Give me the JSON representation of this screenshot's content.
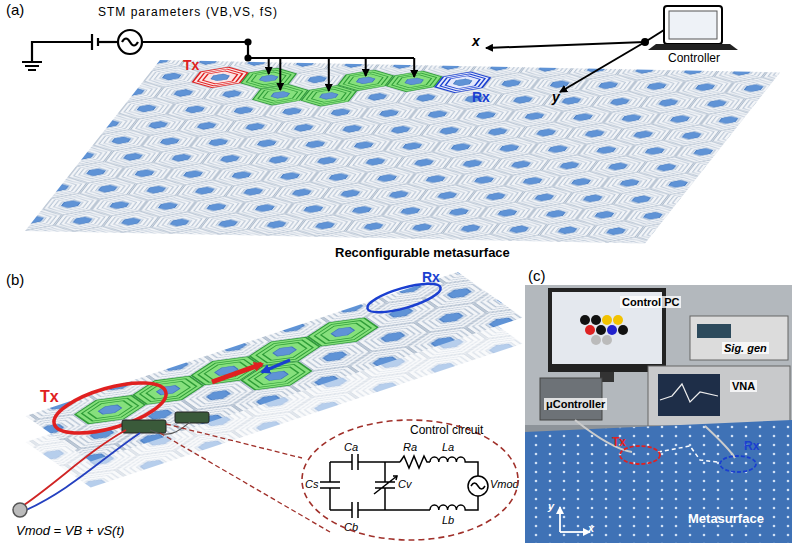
{
  "diagram": {
    "nodes": [
      {
        "text": [
          "Control circuit"
        ]
      }
    ],
    "labels": [
      "(a)",
      "STM parameters (VB,VS, fS)",
      "x",
      "Controller",
      "y",
      "Tx",
      "Rx",
      "Reconfigurable metasurface",
      "(b)",
      "Rx",
      "Tx",
      "Ca",
      "Cs",
      "Cv",
      "Ra",
      "La",
      "Vmod",
      "Cb",
      "Lb",
      "Vmod = VB + vS(t)",
      "(c)",
      "Control PC",
      "Sig. gen",
      "μController",
      "VNA",
      "Tx",
      "Rx",
      "y",
      "x",
      "Metasurface"
    ]
  }
}
